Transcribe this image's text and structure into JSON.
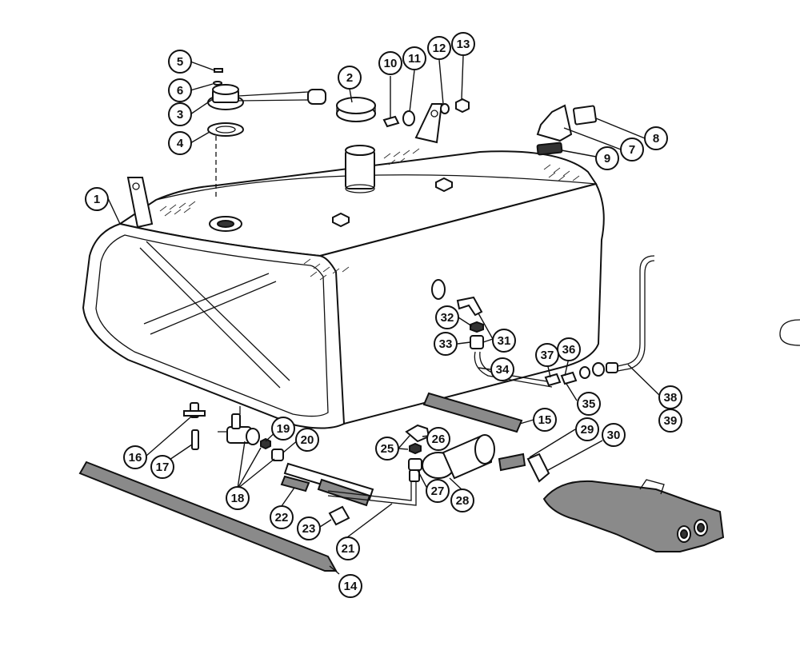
{
  "figure": {
    "background_color": "#ffffff",
    "line_color": "#111111"
  },
  "callouts": [
    {
      "label": "1"
    },
    {
      "label": "2"
    },
    {
      "label": "3"
    },
    {
      "label": "4"
    },
    {
      "label": "5"
    },
    {
      "label": "6"
    },
    {
      "label": "7"
    },
    {
      "label": "8"
    },
    {
      "label": "9"
    },
    {
      "label": "10"
    },
    {
      "label": "11"
    },
    {
      "label": "12"
    },
    {
      "label": "13"
    },
    {
      "label": "14"
    },
    {
      "label": "15"
    },
    {
      "label": "16"
    },
    {
      "label": "17"
    },
    {
      "label": "18"
    },
    {
      "label": "19"
    },
    {
      "label": "20"
    },
    {
      "label": "21"
    },
    {
      "label": "22"
    },
    {
      "label": "23"
    },
    {
      "label": "25"
    },
    {
      "label": "26"
    },
    {
      "label": "27"
    },
    {
      "label": "28"
    },
    {
      "label": "29"
    },
    {
      "label": "30"
    },
    {
      "label": "31"
    },
    {
      "label": "32"
    },
    {
      "label": "33"
    },
    {
      "label": "34"
    },
    {
      "label": "35"
    },
    {
      "label": "36"
    },
    {
      "label": "37"
    },
    {
      "label": "38"
    },
    {
      "label": "39"
    }
  ]
}
